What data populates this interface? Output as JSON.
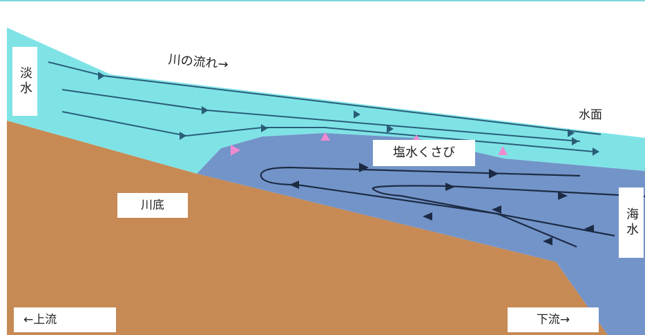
{
  "labels": {
    "freshwater": "淡水",
    "river_flow": "川の流れ→",
    "water_surface": "水面",
    "salt_wedge": "塩水くさび",
    "riverbed": "川底",
    "seawater": "海水",
    "upstream": "←上流",
    "downstream": "下流→"
  },
  "colors": {
    "freshwater": "#7fe3e6",
    "seawater": "#7394c8",
    "riverbed": "#c78a55",
    "freshwater_arrow": "#2a5d78",
    "seawater_arrow": "#1c2b44",
    "interface_marker": "#f08ad0"
  }
}
